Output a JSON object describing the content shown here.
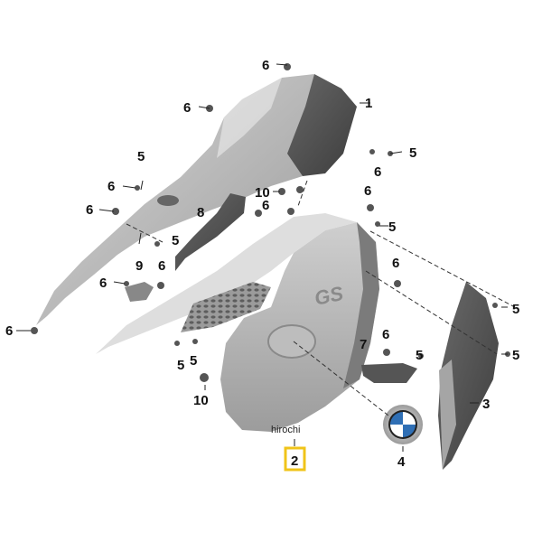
{
  "watermark": "hirochi",
  "callouts": [
    {
      "id": "c6a",
      "label": "6"
    },
    {
      "id": "c1",
      "label": "1"
    },
    {
      "id": "c6b",
      "label": "6"
    },
    {
      "id": "c5a",
      "label": "5"
    },
    {
      "id": "c6c",
      "label": "6"
    },
    {
      "id": "c5b",
      "label": "5"
    },
    {
      "id": "c6d",
      "label": "6"
    },
    {
      "id": "c10a",
      "label": "10"
    },
    {
      "id": "c6e",
      "label": "6"
    },
    {
      "id": "c6f",
      "label": "6"
    },
    {
      "id": "c8",
      "label": "8"
    },
    {
      "id": "c6g",
      "label": "6"
    },
    {
      "id": "c5c",
      "label": "5"
    },
    {
      "id": "c5d",
      "label": "5"
    },
    {
      "id": "c9",
      "label": "9"
    },
    {
      "id": "c6h",
      "label": "6"
    },
    {
      "id": "c6i",
      "label": "6"
    },
    {
      "id": "c6j",
      "label": "6"
    },
    {
      "id": "c5e",
      "label": "5"
    },
    {
      "id": "c6k",
      "label": "6"
    },
    {
      "id": "c5f",
      "label": "5"
    },
    {
      "id": "c7",
      "label": "7"
    },
    {
      "id": "c6l",
      "label": "6"
    },
    {
      "id": "c5g",
      "label": "5"
    },
    {
      "id": "c5h",
      "label": "5"
    },
    {
      "id": "c5i",
      "label": "5"
    },
    {
      "id": "c3",
      "label": "3"
    },
    {
      "id": "c10b",
      "label": "10"
    },
    {
      "id": "c2",
      "label": "2"
    },
    {
      "id": "c4",
      "label": "4"
    }
  ],
  "logo_text": "GS",
  "highlight_color": "#f0c419"
}
